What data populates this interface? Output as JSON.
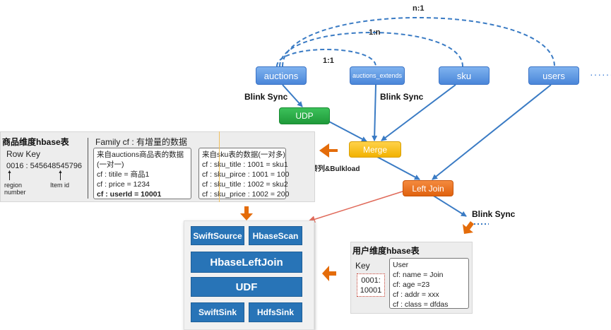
{
  "sources": {
    "auctions": "auctions",
    "auctions_extends": "auctions_extends",
    "sku": "sku",
    "users": "users",
    "more": "······"
  },
  "relations": {
    "n1": "n:1",
    "one_n": "1:n",
    "one_one": "1:1"
  },
  "labels": {
    "blink_sync_left": "Blink Sync",
    "blink_sync_mid": "Blink Sync",
    "blink_sync_right": "Blink Sync",
    "bulkload": "行转列&Bulkload"
  },
  "nodes": {
    "udp": "UDP",
    "merge": "Merge",
    "left_join": "Left Join"
  },
  "product_panel": {
    "title": "商品维度hbase表",
    "row_key_label": "Row Key",
    "row_key_value": "0016 :  545648545796",
    "region_label_1": "region",
    "region_label_2": "number",
    "item_id_label": "Item id",
    "family_title": "Family cf : 有增量的数据",
    "auctions_box": [
      "来自auctions商品表的数据",
      "(一对一)",
      "cf : titile = 商品1",
      "cf : price = 1234",
      "cf : userId = 10001"
    ],
    "sku_box": [
      "来自sku表的数据(一对多)",
      "cf : sku_title : 1001 = sku1",
      "cf : sku_pirce : 1001 = 100",
      "cf : sku_title : 1002 = sku2",
      "cf : sku_price : 1002 = 200"
    ]
  },
  "pipeline": {
    "swift_source": "SwiftSource",
    "hbase_scan": "HbaseScan",
    "hbase_left_join": "HbaseLeftJoin",
    "udf": "UDF",
    "swift_sink": "SwiftSink",
    "hdfs_sink": "HdfsSink"
  },
  "user_panel": {
    "title": "用户维度hbase表",
    "key_label": "Key",
    "key_value_1": "0001:",
    "key_value_2": "10001",
    "fields": [
      "User",
      "cf: name = Join",
      "cf: age =23",
      "cf : addr = xxx",
      "cf : class = dfdas"
    ]
  },
  "colors": {
    "source_blue": "#5b95e0",
    "udp_green": "#22a640",
    "merge_yellow": "#f6bb11",
    "left_join_orange": "#e96d1a",
    "arrow_blue": "#3a7bc4",
    "arrow_orange": "#e46c0a",
    "arrow_red": "#e06a5a",
    "pipeline_blue": "#2874b7"
  }
}
